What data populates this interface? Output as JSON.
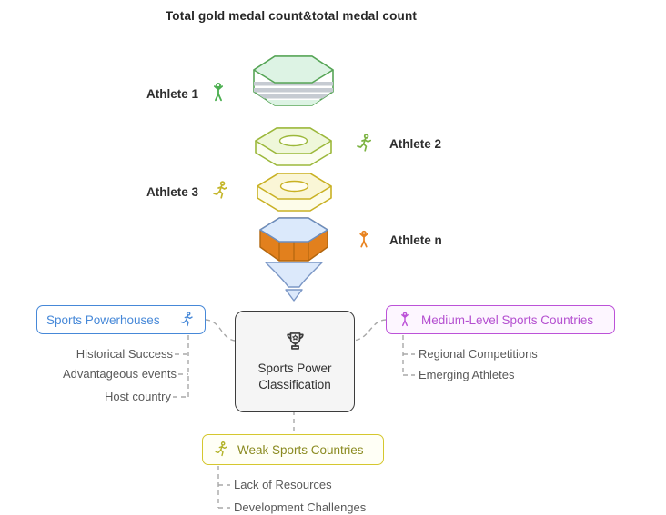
{
  "title": "Total gold medal count&total medal count",
  "funnel": {
    "athletes": [
      "Athlete 1",
      "Athlete 2",
      "Athlete 3",
      "Athlete n"
    ]
  },
  "center_node": {
    "label": "Sports Power Classification"
  },
  "groups": {
    "powerhouses": {
      "label": "Sports Powerhouses",
      "items": [
        "Historical Success",
        "Advantageous events",
        "Host country"
      ],
      "accent": "#4688d8"
    },
    "medium": {
      "label": "Medium-Level Sports Countries",
      "items": [
        "Regional Competitions",
        "Emerging Athletes"
      ],
      "accent": "#bc52d8"
    },
    "weak": {
      "label": "Weak Sports Countries",
      "items": [
        "Lack of Resources",
        "Development Challenges"
      ],
      "accent": "#c9b421"
    }
  },
  "icons": {
    "athlete1": "gymnast-icon",
    "athlete2": "runner-icon",
    "athlete3": "runner-icon",
    "athlete_n": "celebrating-athlete-icon",
    "center": "trophy-icon",
    "powerhouses": "runner-icon",
    "medium": "gymnast-icon",
    "weak": "runner-icon"
  },
  "colors": {
    "layer1_stroke": "#56a556",
    "layer2_stroke": "#9cb83b",
    "layer3_stroke": "#c9b124",
    "layer4_stroke": "#6c8ebf",
    "layer4_body": "#e2801d",
    "funnel_fill": "#dce9fb",
    "dashed_line": "#a8a8a8"
  }
}
